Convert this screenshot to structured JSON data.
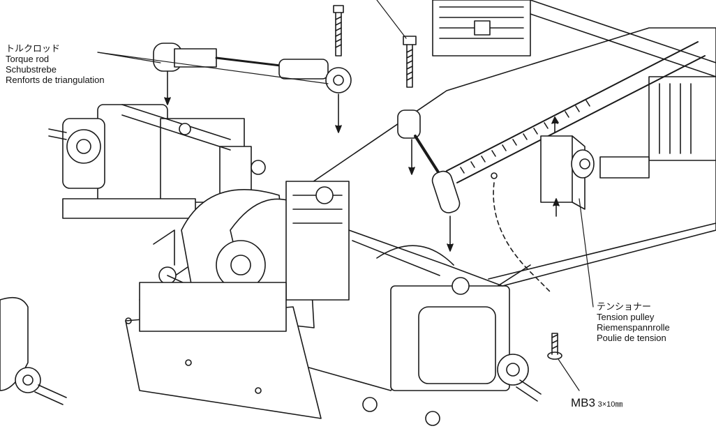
{
  "labels": {
    "torque_rod": {
      "japanese": "トルクロッド",
      "english": "Torque rod",
      "german": "Schubstrebe",
      "french": "Renforts de triangulation"
    },
    "tension_pulley": {
      "japanese": "テンショナー",
      "english": "Tension pulley",
      "german": "Riemenspannrolle",
      "french": "Poulie de tension"
    },
    "screw": {
      "part_code": "MB3",
      "size": "3×10㎜"
    }
  }
}
